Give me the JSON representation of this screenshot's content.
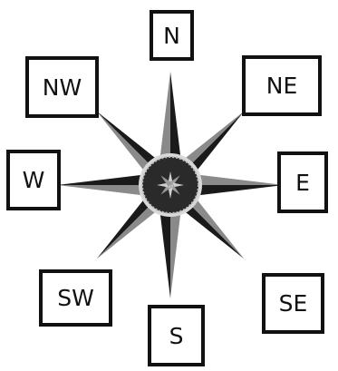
{
  "compass": {
    "colors": {
      "dark_ray": "#1a1a1a",
      "light_ray": "#8a8a8a",
      "hub": "#2a2a2a",
      "hub_ring": "#d8d8d8",
      "box_border": "#111111"
    },
    "directions": [
      {
        "id": "n",
        "label": "N"
      },
      {
        "id": "ne",
        "label": "NE"
      },
      {
        "id": "e",
        "label": "E"
      },
      {
        "id": "se",
        "label": "SE"
      },
      {
        "id": "s",
        "label": "S"
      },
      {
        "id": "sw",
        "label": "SW"
      },
      {
        "id": "w",
        "label": "W"
      },
      {
        "id": "nw",
        "label": "NW"
      }
    ]
  }
}
